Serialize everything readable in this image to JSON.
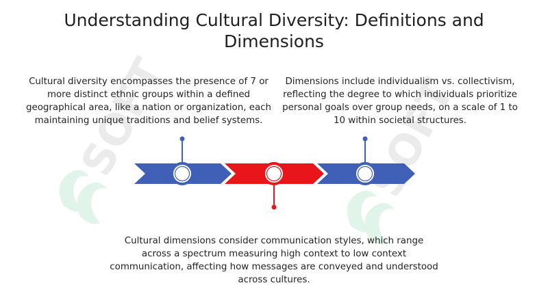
{
  "title": "Understanding Cultural Diversity: Definitions and Dimensions",
  "timeline": {
    "items": [
      {
        "text": "Cultural diversity encompasses the presence of 7 or more distinct ethnic groups within a defined geographical area, like a nation or organization, each maintaining unique traditions and belief systems.",
        "color": "#4060b8"
      },
      {
        "text": "Cultural dimensions consider communication styles, which range across a spectrum measuring high context to low context communication, affecting how messages are conveyed and understood across cultures.",
        "color": "#e8151b"
      },
      {
        "text": "Dimensions include individualism vs. collectivism, reflecting the degree to which individuals prioritize personal goals over group needs, on a scale of 1 to 10 within societal structures.",
        "color": "#4060b8"
      }
    ]
  },
  "watermark": {
    "text": "SOFT",
    "color": "#c9ecd9"
  }
}
